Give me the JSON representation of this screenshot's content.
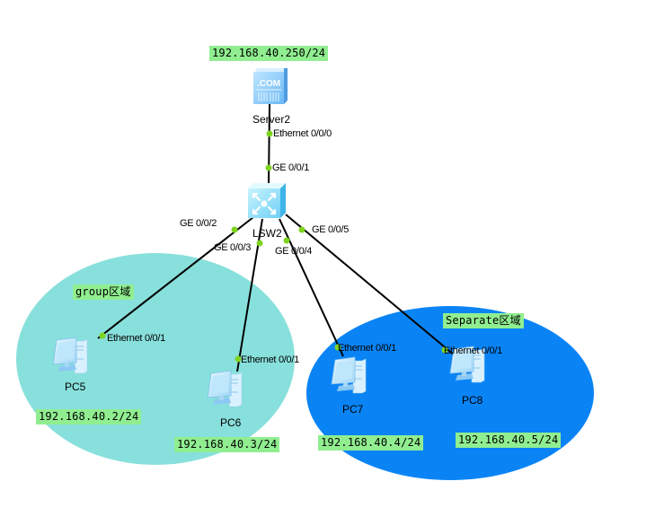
{
  "colors": {
    "group_zone": "#88e0dc",
    "separate_zone": "#0a84f5",
    "tag_bg": "#90ee90",
    "link": "#000000",
    "port_dot": "#7ed321"
  },
  "zones": [
    {
      "id": "group",
      "label": "group区域"
    },
    {
      "id": "separate",
      "label": "Separate区域"
    }
  ],
  "devices": {
    "server": {
      "name": "Server2",
      "icon": "server-icon",
      "ip": "192.168.40.250/24",
      "port": "Ethernet 0/0/0",
      "badge": ".COM"
    },
    "switch": {
      "name": "LSW2",
      "icon": "switch-icon",
      "ports": [
        "GE 0/0/1",
        "GE 0/0/2",
        "GE 0/0/3",
        "GE 0/0/4",
        "GE 0/0/5"
      ]
    },
    "pcs": [
      {
        "name": "PC5",
        "icon": "pc-icon",
        "ip": "192.168.40.2/24",
        "port": "Ethernet 0/0/1",
        "zone": "group",
        "switch_port": "GE 0/0/2"
      },
      {
        "name": "PC6",
        "icon": "pc-icon",
        "ip": "192.168.40.3/24",
        "port": "Ethernet 0/0/1",
        "zone": "group",
        "switch_port": "GE 0/0/3"
      },
      {
        "name": "PC7",
        "icon": "pc-icon",
        "ip": "192.168.40.4/24",
        "port": "Ethernet 0/0/1",
        "zone": "separate",
        "switch_port": "GE 0/0/4"
      },
      {
        "name": "PC8",
        "icon": "pc-icon",
        "ip": "192.168.40.5/24",
        "port": "Ethernet 0/0/1",
        "zone": "separate",
        "switch_port": "GE 0/0/5"
      }
    ]
  }
}
